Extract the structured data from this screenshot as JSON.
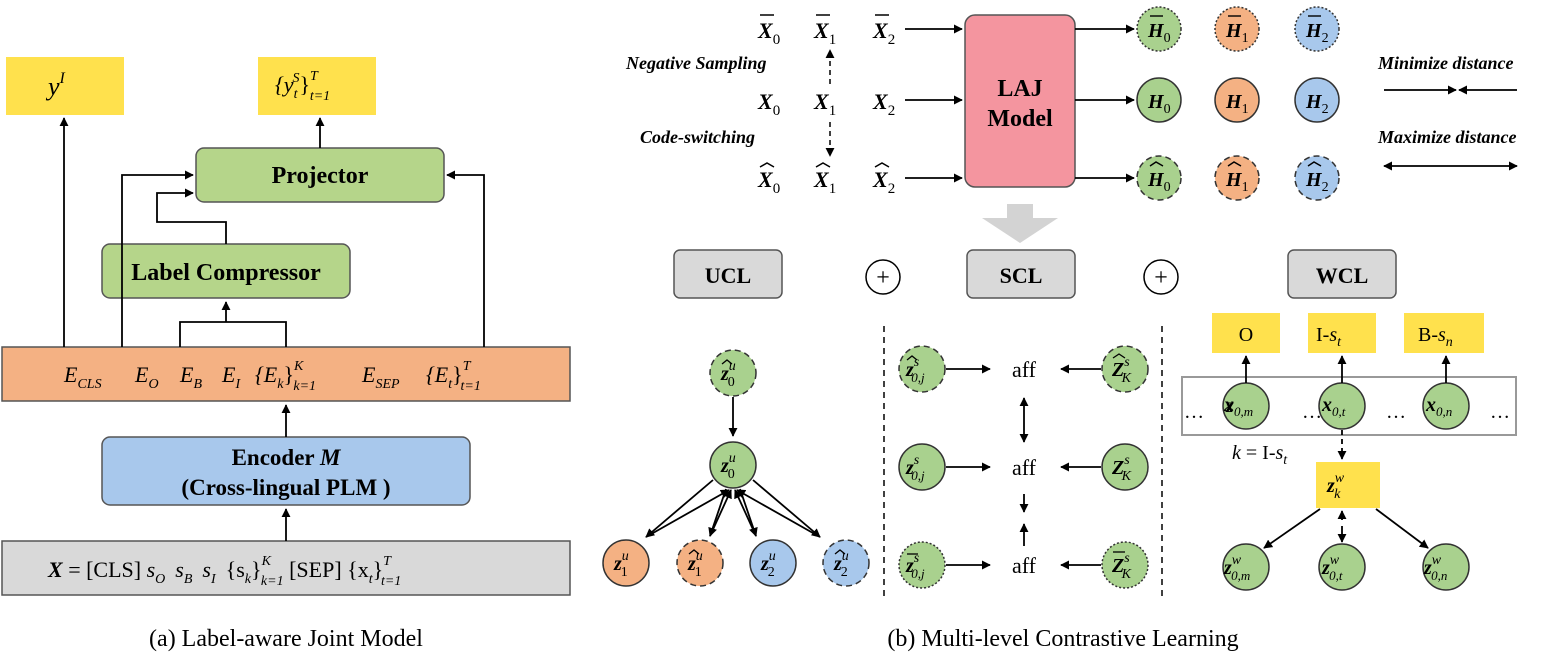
{
  "left": {
    "out_intent": "y",
    "out_intent_sup": "I",
    "out_slot": "{y",
    "out_slot_sub": "t",
    "out_slot_sup": "S",
    "out_slot_close": "}",
    "out_slot_range_sup": "T",
    "out_slot_range_sub": "t=1",
    "projector": "Projector",
    "label_compressor": "Label Compressor",
    "embed_cls": "E",
    "embed_cls_sub": "CLS",
    "embed_o": "E",
    "embed_o_sub": "O",
    "embed_b": "E",
    "embed_b_sub": "B",
    "embed_i": "E",
    "embed_i_sub": "I",
    "embed_k": "{E",
    "embed_k_sub": "k",
    "embed_k_close": "}",
    "embed_k_sup": "K",
    "embed_k_range": "k=1",
    "embed_sep": "E",
    "embed_sep_sub": "SEP",
    "embed_t": "{E",
    "embed_t_sub": "t",
    "embed_t_close": "}",
    "embed_t_sup": "T",
    "embed_t_range": "t=1",
    "encoder_line1": "Encoder",
    "encoder_m": "M",
    "encoder_line2": "(Cross-lingual PLM )",
    "input_x": "X",
    "input_eq": " = [CLS] ",
    "input_so": "s",
    "input_so_sub": "O",
    "input_sb": "s",
    "input_sb_sub": "B",
    "input_si": "s",
    "input_si_sub": "I",
    "input_sk": "{s",
    "input_sk_sub": "k",
    "input_sk_close": "}",
    "input_sk_sup": "K",
    "input_sk_range": "k=1",
    "input_sep": " [SEP] ",
    "input_xt": "{x",
    "input_xt_sub": "t",
    "input_xt_close": "}",
    "input_xt_sup": "T",
    "input_xt_range": "t=1",
    "caption": "(a)  Label-aware Joint Model"
  },
  "right": {
    "x_sym": "X",
    "h_sym": "H",
    "idx0": "0",
    "idx1": "1",
    "idx2": "2",
    "neg_sampling": "Negative Sampling",
    "code_switching": "Code-switching",
    "laj_line1": "LAJ",
    "laj_line2": "Model",
    "minimize": "Minimize distance",
    "maximize": "Maximize distance",
    "ucl": "UCL",
    "scl": "SCL",
    "wcl": "WCL",
    "plus": "+",
    "z_sym": "z",
    "Z_sym": "Z",
    "u_sup": "u",
    "s_sup": "s",
    "w_sup": "w",
    "sub_0j": "0,j",
    "sub_K": "K",
    "sub_k": "k",
    "sub_0m": "0,m",
    "sub_0t": "0,t",
    "sub_0n": "0,n",
    "aff": "aff",
    "label_o": "O",
    "label_i": "I-",
    "label_b": "B-",
    "s_var": "s",
    "s_t": "t",
    "s_n": "n",
    "ellipsis": "…",
    "k_eq": "k",
    "k_eq_rest": " = I-",
    "caption": "(b)  Multi-level Contrastive Learning"
  },
  "colors": {
    "yellow": "#FFE14D",
    "green": "#A9D18E",
    "green_box": "#B5D58A",
    "orange": "#F4B183",
    "blue": "#A8C8EC",
    "pink": "#F4959F",
    "gray": "#D9D9D9",
    "arrow_gray": "#D3D3D3"
  }
}
